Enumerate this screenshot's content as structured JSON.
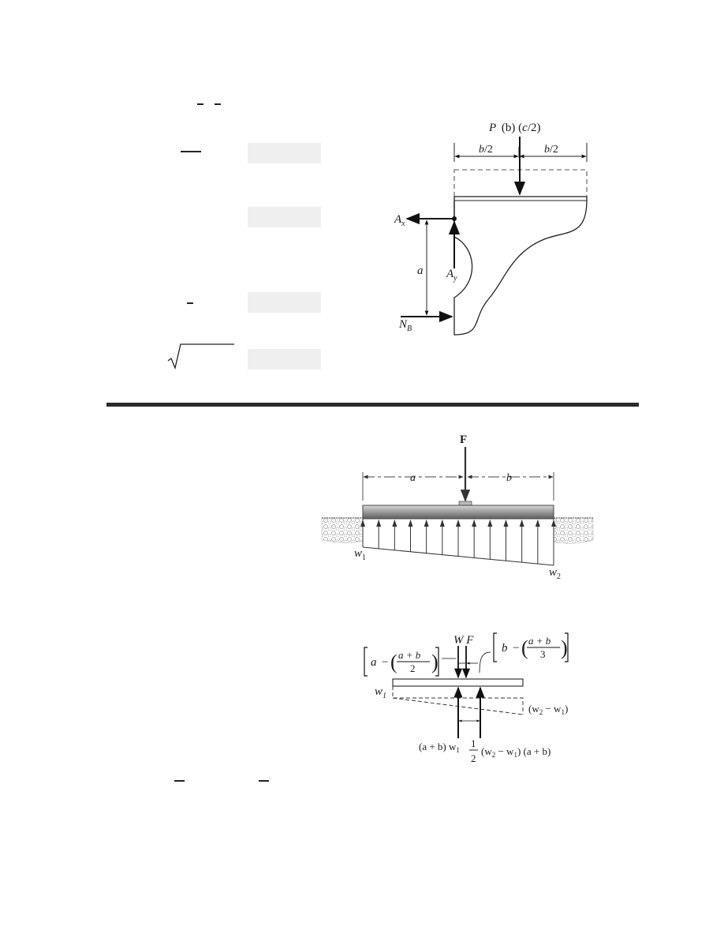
{
  "figure1": {
    "load_main": "P",
    "load_args": "(b) (",
    "load_c": "c",
    "load_tail": "/2)",
    "dim_left_b": "b",
    "dim_left_tail": "/2",
    "dim_right_b": "b",
    "dim_right_tail": "/2",
    "ax_main": "A",
    "ax_sub": "x",
    "ay_main": "A",
    "ay_sub": "y",
    "nb_main": "N",
    "nb_sub": "B",
    "dim_a": "a"
  },
  "figure2": {
    "force_label": "F",
    "dim_a": "a",
    "dim_b": "b",
    "w1_main": "w",
    "w1_sub": "1",
    "w2_main": "w",
    "w2_sub": "2"
  },
  "figure3": {
    "wf_label": "W F",
    "w1_main": "w",
    "w1_sub": "1",
    "left_bracket": {
      "a": "a",
      "minus": "−",
      "num": "a + b",
      "den": "2"
    },
    "right_bracket": {
      "b": "b",
      "minus": "−",
      "num": "a + b",
      "den": "3"
    },
    "diff_label": {
      "open": "(w",
      "s2": "2",
      "mid": " − w",
      "s1": "1",
      "close": ")"
    },
    "result_left": {
      "text": "(a + b) w",
      "sub": "1"
    },
    "result_right": {
      "num": "1",
      "den": "2",
      "text1": "(w",
      "s2": "2",
      "mid": " − w",
      "s1": "1",
      "text2": ") (a + b)"
    }
  }
}
